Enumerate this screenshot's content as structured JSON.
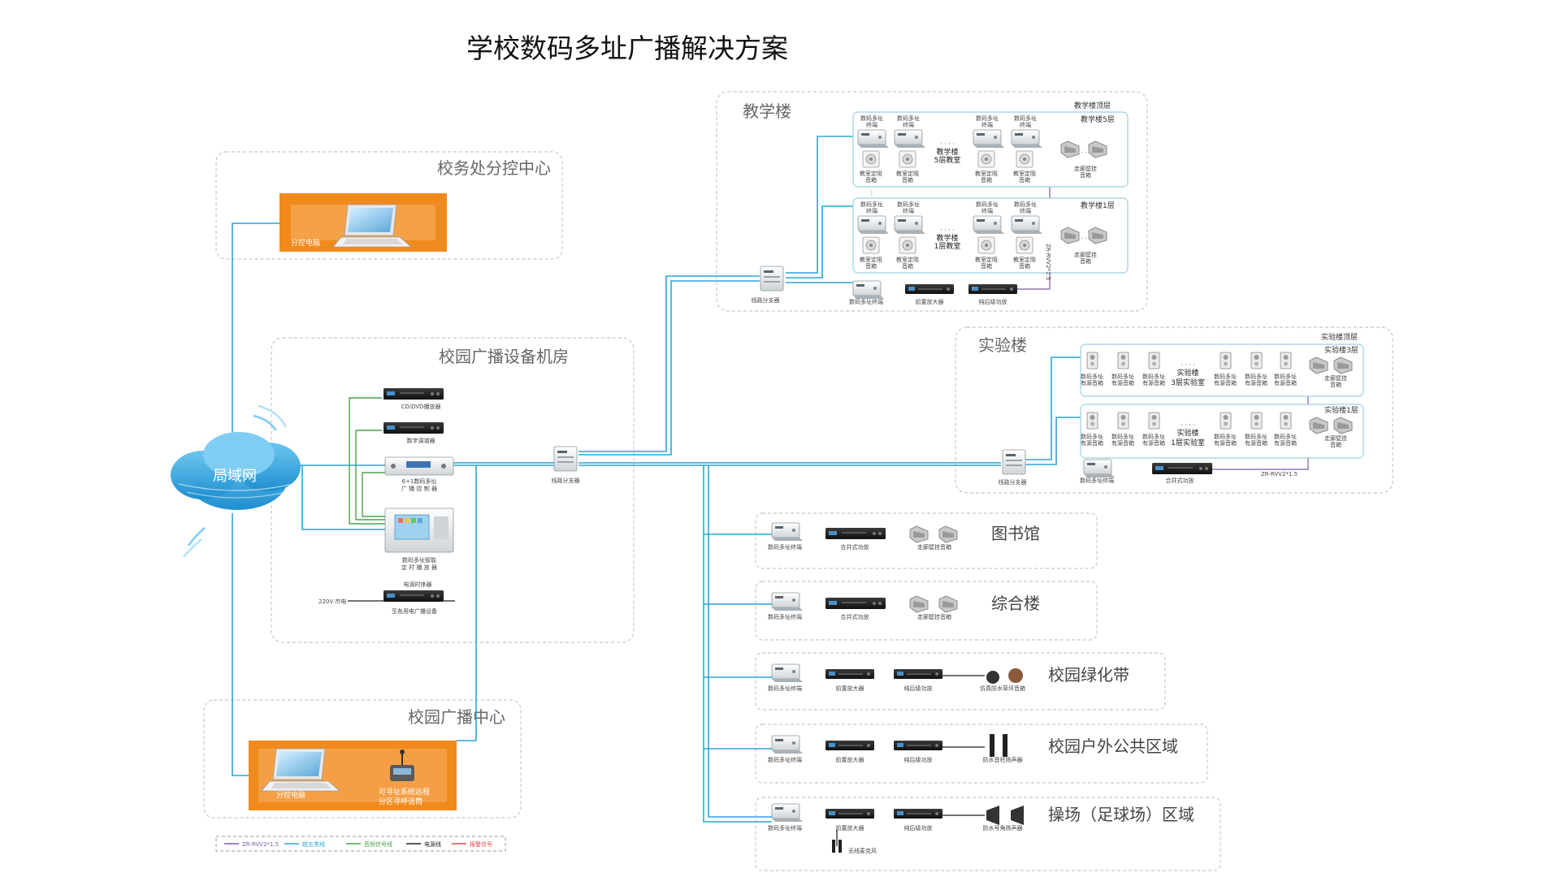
{
  "title": "学校数码多址广播解决方案",
  "zones": {
    "admin": "校务处分控中心",
    "machine_room": "校园广播设备机房",
    "broadcast_center": "校园广播中心",
    "teaching": "教学楼",
    "lab": "实验楼"
  },
  "network": {
    "label": "局域网"
  },
  "admin_center": {
    "pc_label": "分控电脑"
  },
  "machine_room": {
    "cd_player": "CD/DVD播放器",
    "tuner": "数字调谐器",
    "controller_l1": "6+1数码多址",
    "controller_l2": "广 播 控 制 器",
    "timer_l1": "数码多址智能",
    "timer_l2": "定 时 播 放 器",
    "power_seq": "电源时序器",
    "mains": "220V 市电",
    "to_all": "至各用电广播设备",
    "splitter": "线路分支器"
  },
  "broadcast_center": {
    "pc_label": "分控电脑",
    "mic_l1": "可寻址系统远程",
    "mic_l2": "分区寻呼话筒"
  },
  "teaching": {
    "roof": "教学楼顶层",
    "floor5": "教学楼5层",
    "floor1": "教学楼1层",
    "room5_l1": "教学楼",
    "room5_l2": "5层教室",
    "room1_l1": "教学楼",
    "room1_l2": "1层教室",
    "terminal_l1": "数码多址",
    "terminal_l2": "终端",
    "speaker_l1": "教室定阻",
    "speaker_l2": "音箱",
    "corridor_l1": "走廊壁挂",
    "corridor_l2": "音箱",
    "splitter": "线路分支器",
    "terminal": "数码多址终端",
    "preamp": "前置放大器",
    "power_amp": "纯后级功放",
    "cable": "ZR-RVV2*1.5"
  },
  "lab": {
    "roof": "实验楼顶层",
    "floor3": "实验楼3层",
    "floor1": "实验楼1层",
    "room3_l1": "实验楼",
    "room3_l2": "3层实验室",
    "room1_l1": "实验楼",
    "room1_l2": "1层实验室",
    "spk_l1": "数码多址",
    "spk_l2": "有源音箱",
    "corridor_l1": "走廊壁挂",
    "corridor_l2": "音箱",
    "splitter": "线路分支器",
    "terminal": "数码多址终端",
    "amp": "合并式功放",
    "cable": "ZR-RVV2*1.5"
  },
  "areas": [
    {
      "name": "图书馆",
      "devices": [
        "数码多址终端",
        "合并式功放",
        "走廊壁挂音箱"
      ]
    },
    {
      "name": "综合楼",
      "devices": [
        "数码多址终端",
        "合并式功放",
        "走廊壁挂音箱"
      ]
    },
    {
      "name": "校园绿化带",
      "devices": [
        "数码多址终端",
        "前置放大器",
        "纯后级功放",
        "仿真防水草坪音箱"
      ]
    },
    {
      "name": "校园户外公共区域",
      "devices": [
        "数码多址终端",
        "前置放大器",
        "纯后级功放",
        "防水音柱扬声器"
      ]
    },
    {
      "name": "操场（足球场）区域",
      "devices": [
        "数码多址终端",
        "前置放大器",
        "纯后级功放",
        "防水号角扬声器"
      ],
      "extra": "无线麦克风"
    }
  ],
  "legend": [
    {
      "label": "ZR-RVV2*1.5",
      "color": "#7b5aa6"
    },
    {
      "label": "超五类线",
      "color": "#29a6d6"
    },
    {
      "label": "音频信号线",
      "color": "#4aa34a"
    },
    {
      "label": "电源线",
      "color": "#222222"
    },
    {
      "label": "报警信号",
      "color": "#e04a4a"
    }
  ],
  "colors": {
    "network_line": "#29a6d6",
    "audio_line": "#4aa34a",
    "pc_panel": "#f18a1c",
    "cloud": "#3aa9e0",
    "rvv_line": "#7b5aa6"
  }
}
